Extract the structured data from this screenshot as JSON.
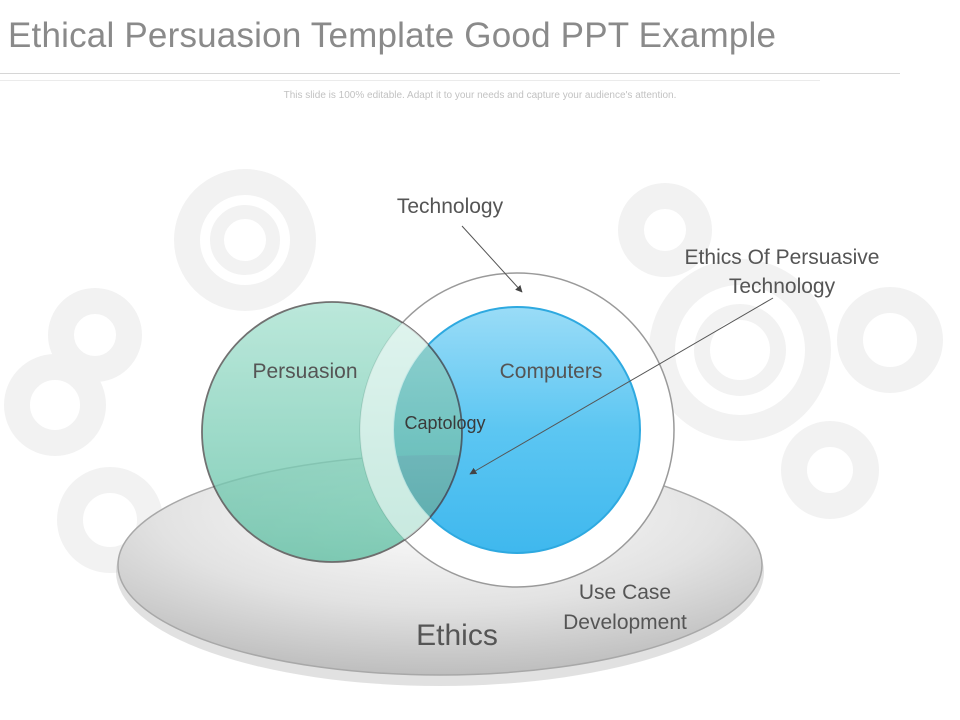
{
  "slide": {
    "title": "Ethical Persuasion Template Good PPT Example",
    "subtitle": "This slide is 100% editable. Adapt it to your needs and capture your audience's attention."
  },
  "diagram": {
    "labels": {
      "technology": "Technology",
      "ethics_of_persuasive_line1": "Ethics Of Persuasive",
      "ethics_of_persuasive_line2": "Technology",
      "persuasion": "Persuasion",
      "computers": "Computers",
      "captology": "Captology",
      "use_case_line1": "Use Case",
      "use_case_line2": "Development",
      "ethics": "Ethics"
    },
    "colors": {
      "persuasion_circle": "#6fc7ad",
      "computers_circle": "#4cc0f0",
      "captology_overlap": "#3f63c4",
      "ethics_platter": "#d4d4d4",
      "background_gears": "#f3f3f3"
    }
  }
}
